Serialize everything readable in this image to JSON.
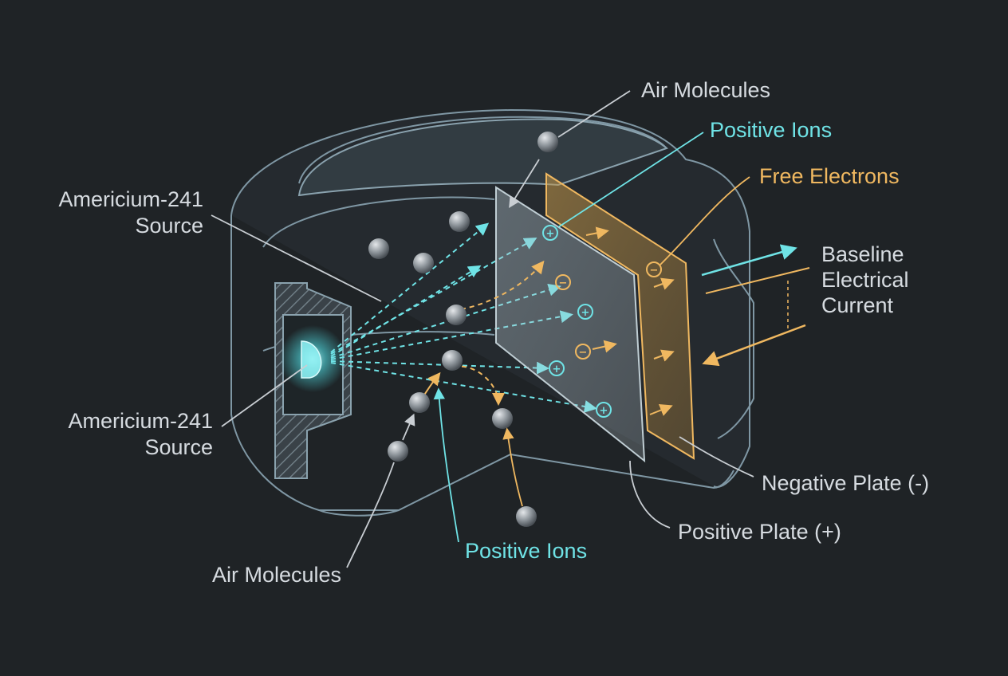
{
  "labels": {
    "air_molecules_top": "Air Molecules",
    "positive_ions_top": "Positive Ions",
    "free_electrons": "Free Electrons",
    "americium_top_line1": "Americium-241",
    "americium_top_line2": "Source",
    "baseline_line1": "Baseline",
    "baseline_line2": "Electrical",
    "baseline_line3": "Current",
    "americium_bottom_line1": "Americium-241",
    "americium_bottom_line2": "Source",
    "negative_plate": "Negative Plate (-)",
    "positive_plate": "Positive Plate (+)",
    "positive_ions_bottom": "Positive Ions",
    "air_molecules_bottom": "Air Molecules"
  },
  "ion_symbols": {
    "positive": "+",
    "negative": "−"
  },
  "colors": {
    "background": "#1f2326",
    "housing_stroke": "#7f97a4",
    "cyan": "#6fe3e6",
    "orange": "#f0b860",
    "label_text": "#d6dbe0",
    "molecule": "#9aa0a5"
  },
  "icons": {
    "source": "radiation-source-icon",
    "molecule": "air-molecule-icon",
    "positive_ion": "positive-ion-icon",
    "negative_ion": "free-electron-icon"
  }
}
